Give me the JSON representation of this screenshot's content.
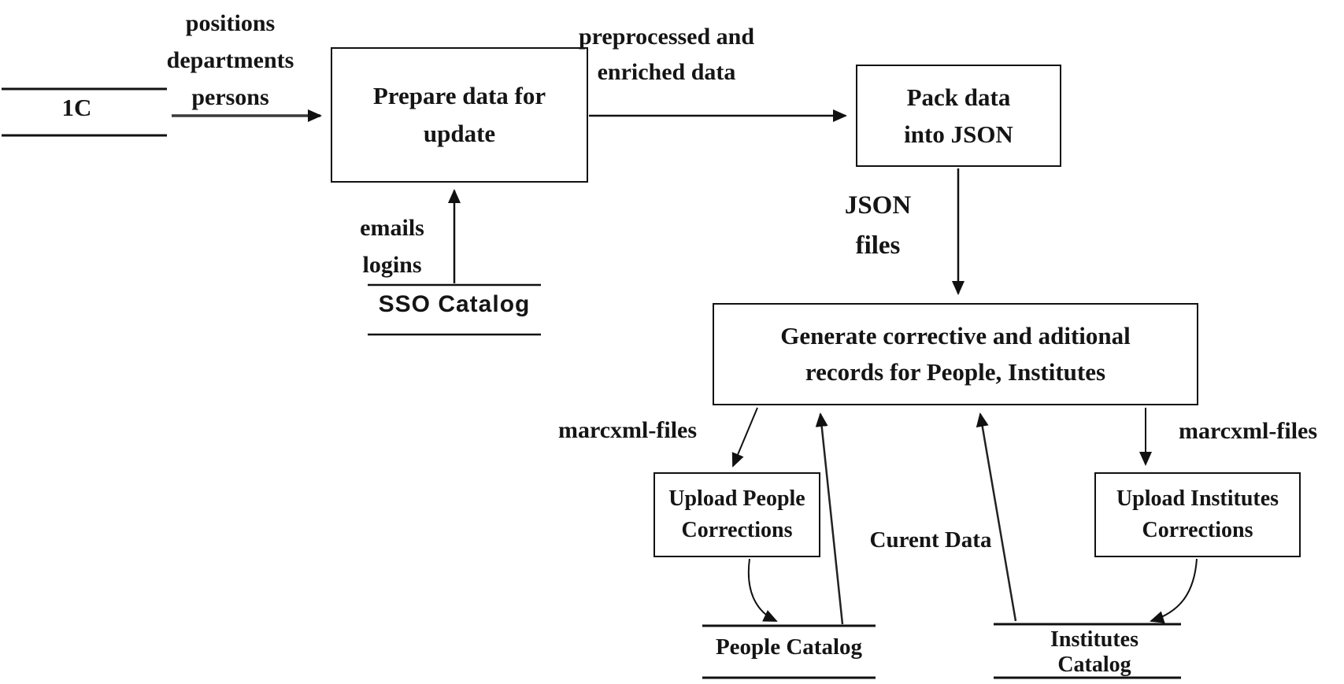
{
  "diagram": {
    "type": "data-flow-diagram",
    "colors": {
      "line": "#111111",
      "text": "#151515",
      "background": "#ffffff"
    },
    "external_entities": {
      "one_c": {
        "label": "1C"
      }
    },
    "processes": {
      "prepare": {
        "line1": "Prepare data for",
        "line2": "update"
      },
      "pack": {
        "line1": "Pack data",
        "line2": "into JSON"
      },
      "generate": {
        "line1": "Generate corrective and aditional",
        "line2": "records for People, Institutes"
      },
      "upload_people": {
        "line1": "Upload People",
        "line2": "Corrections"
      },
      "upload_institutes": {
        "line1": "Upload Institutes",
        "line2": "Corrections"
      }
    },
    "data_stores": {
      "sso": {
        "label": "SSO Catalog"
      },
      "people": {
        "label": "People Catalog"
      },
      "institutes": {
        "line1": "Institutes",
        "line2": "Catalog"
      }
    },
    "flow_labels": {
      "from_1c": [
        "positions",
        "departments",
        "persons"
      ],
      "prepare_to_pack": [
        "preprocessed and",
        "enriched data"
      ],
      "sso_to_prepare": [
        "emails",
        "logins"
      ],
      "pack_to_generate": [
        "JSON",
        "files"
      ],
      "marcxml_left": "marcxml-files",
      "marcxml_right": "marcxml-files",
      "current_data": "Curent Data"
    }
  }
}
